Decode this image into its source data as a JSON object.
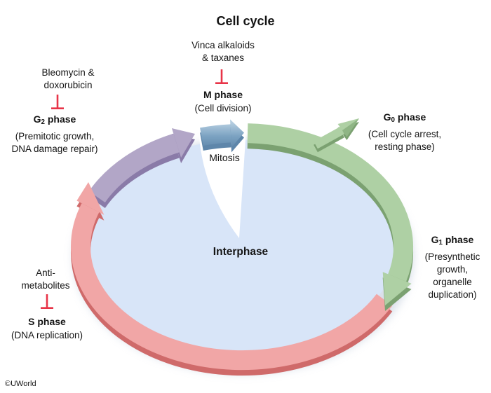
{
  "title": "Cell cycle",
  "copyright": "©UWorld",
  "center": {
    "interphase": "Interphase",
    "mitosis": "Mitosis"
  },
  "phases": {
    "m": {
      "name": "M phase",
      "desc": "(Cell division)"
    },
    "g0": {
      "name_pre": "G",
      "name_sub": "0",
      "name_post": " phase",
      "desc1": "(Cell cycle arrest,",
      "desc2": "resting phase)"
    },
    "g1": {
      "name_pre": "G",
      "name_sub": "1",
      "name_post": " phase",
      "desc1": "(Presynthetic",
      "desc2": "growth,",
      "desc3": "organelle",
      "desc4": "duplication)"
    },
    "s": {
      "name": "S phase",
      "desc": "(DNA replication)"
    },
    "g2": {
      "name_pre": "G",
      "name_sub": "2",
      "name_post": " phase",
      "desc1": "(Premitotic growth,",
      "desc2": "DNA damage repair)"
    }
  },
  "drugs": {
    "m": {
      "line1": "Vinca alkaloids",
      "line2": "& taxanes"
    },
    "s": {
      "line1": "Anti-",
      "line2": "metabolites"
    },
    "g2": {
      "line1": "Bleomycin &",
      "line2": "doxorubicin"
    }
  },
  "colors": {
    "background": "#ffffff",
    "interior": "#d8e5f8",
    "shadow": "#b6c3d6",
    "m_arrow": "#7ca3c2",
    "m_arrow_light": "#b7cfe2",
    "m_arrow_dark": "#5e86aa",
    "g1_arrow": "#aed0a4",
    "g1_arrow_mid": "#8fb585",
    "g1_arrow_dark": "#7ba171",
    "s_arrow": "#f1a6a6",
    "s_arrow_dark": "#cf6a6a",
    "g2_arrow": "#b2a6c7",
    "g2_arrow_dark": "#8a7ba8",
    "inhibition": "#e83448",
    "text": "#141414"
  }
}
